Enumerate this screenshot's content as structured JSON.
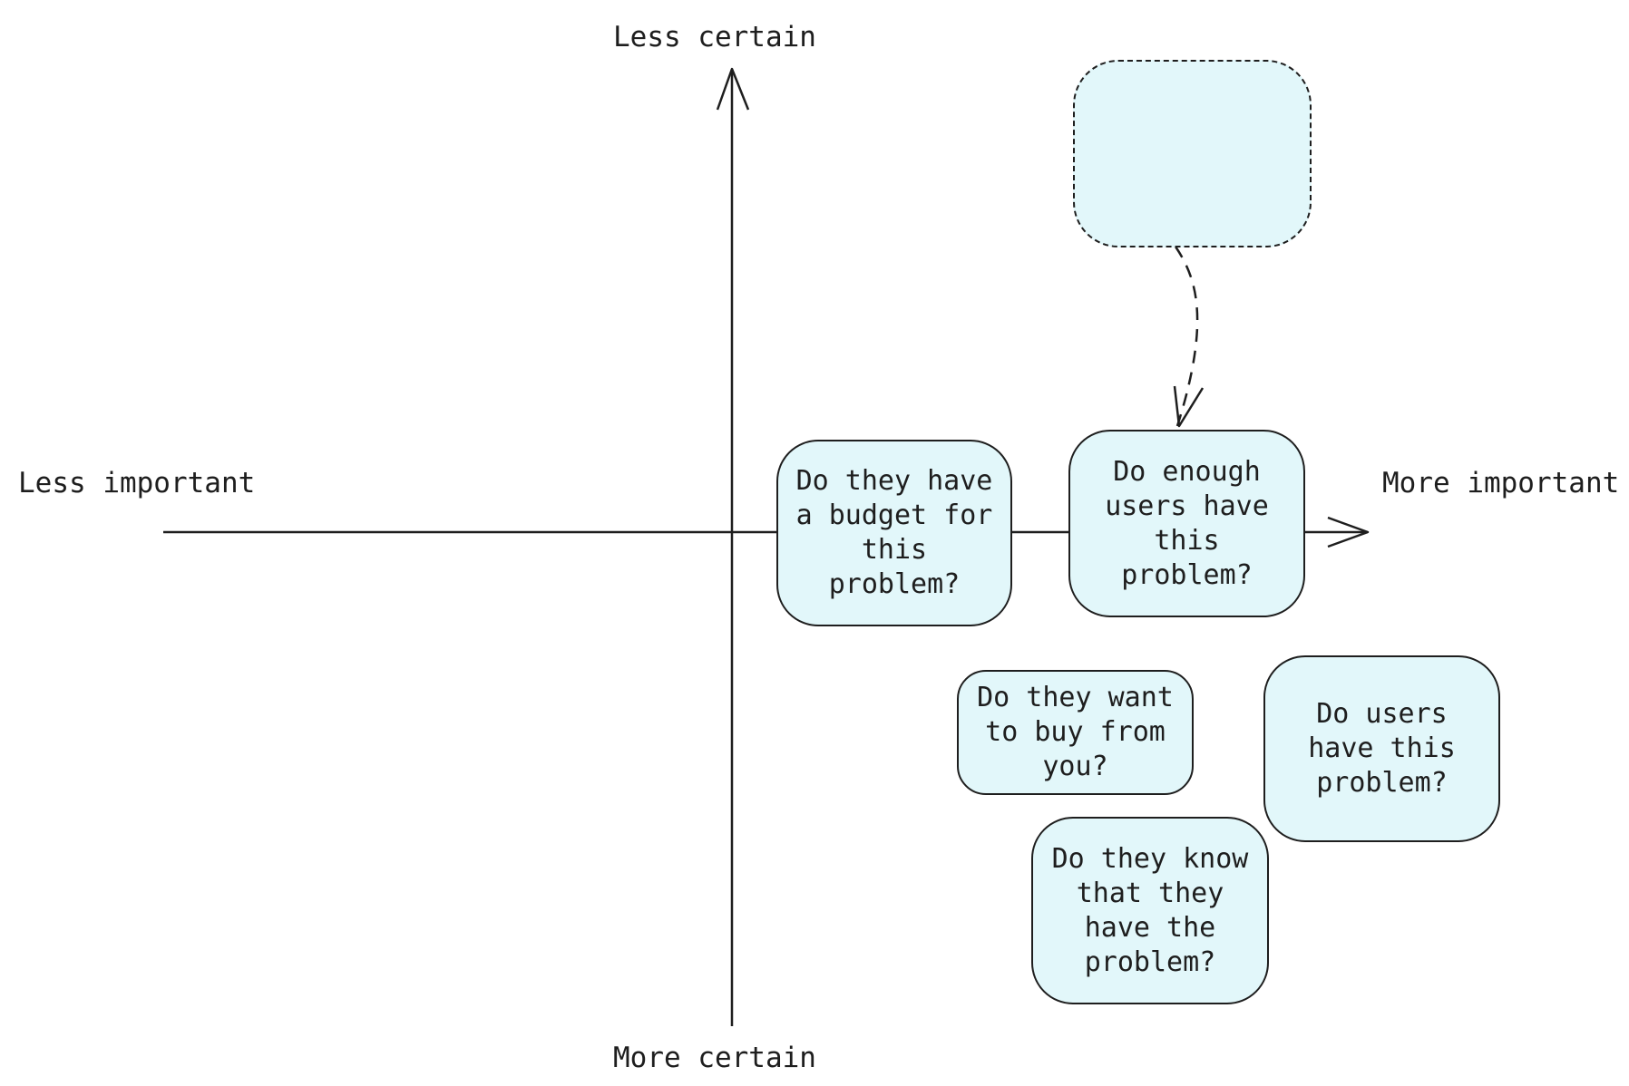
{
  "axes": {
    "top_label": "Less certain",
    "bottom_label": "More certain",
    "left_label": "Less important",
    "right_label": "More important"
  },
  "cards": {
    "budget": "Do they have\na budget for\nthis\nproblem?",
    "enough_users": "Do enough\nusers have\nthis\nproblem?",
    "want_to_buy": "Do they want\nto buy from\nyou?",
    "users_have": "Do users\nhave this\nproblem?",
    "know_problem": "Do they know\nthat they\nhave the\nproblem?"
  },
  "colors": {
    "card_fill": "#e2f7fa",
    "stroke": "#1e1e1e"
  }
}
